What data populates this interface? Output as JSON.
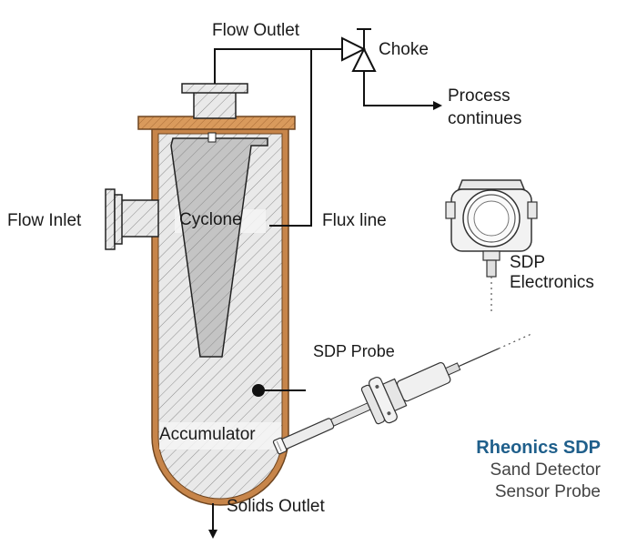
{
  "labels": {
    "flow_outlet": "Flow Outlet",
    "choke": "Choke",
    "process_continues_line1": "Process",
    "process_continues_line2": "continues",
    "flow_inlet": "Flow Inlet",
    "cyclone": "Cyclone",
    "flux_line": "Flux line",
    "sdp_electronics_line1": "SDP",
    "sdp_electronics_line2": "Electronics",
    "sdp_probe": "SDP Probe",
    "accumulator": "Accumulator",
    "solids_outlet": "Solids Outlet"
  },
  "brand": {
    "title": "Rheonics SDP",
    "line2": "Sand Detector",
    "line3": "Sensor Probe"
  },
  "colors": {
    "vessel_shell": "#c7854a",
    "flange": "#d99a5c",
    "hatch": "#8c8c8c",
    "fill": "#e6e6e6",
    "cone": "#c6c6c6",
    "line": "#111111",
    "brand": "#1f5f8b"
  }
}
